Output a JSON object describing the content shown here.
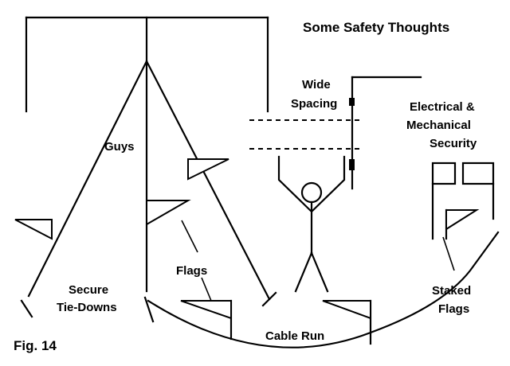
{
  "title": "Some Safety Thoughts",
  "figure_label": "Fig. 14",
  "labels": {
    "guys": "Guys",
    "flags": "Flags",
    "secure_line1": "Secure",
    "secure_line2": "Tie-Downs",
    "cable_run": "Cable Run",
    "wide_line1": "Wide",
    "wide_line2": "Spacing",
    "elec_line1": "Electrical &",
    "elec_line2": "Mechanical",
    "elec_line3": "Security",
    "staked_line1": "Staked",
    "staked_line2": "Flags"
  },
  "colors": {
    "ink": "#000000",
    "background": "#ffffff"
  }
}
